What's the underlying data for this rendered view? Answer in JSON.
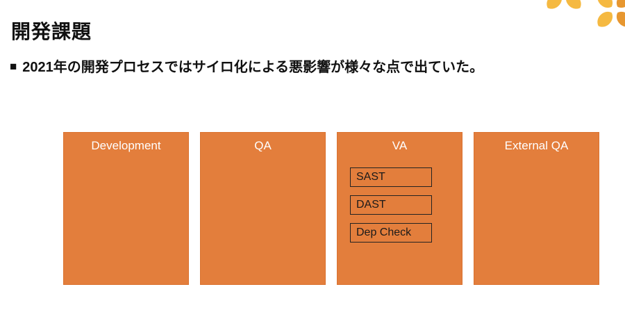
{
  "slide": {
    "title": "開発課題",
    "bullet": {
      "marker": "■",
      "text": "2021年の開発プロセスではサイロ化による悪影響が様々な点で出ていた。"
    }
  },
  "process_boxes": [
    {
      "label": "Development",
      "sub_items": []
    },
    {
      "label": "QA",
      "sub_items": []
    },
    {
      "label": "VA",
      "sub_items": [
        "SAST",
        "DAST",
        "Dep Check"
      ]
    },
    {
      "label": "External QA",
      "sub_items": []
    }
  ],
  "decoration": {
    "name": "petal-flower-ornament"
  },
  "colors": {
    "background": "#FFFFFF",
    "text": "#111111",
    "box_fill": "#E37E3C",
    "box_border": "#DA7230",
    "box_label_text": "#FFFFFF",
    "sub_box_border": "#222222",
    "sub_box_text": "#1A1A1A",
    "petal_light": "#F5B941",
    "petal_dark": "#E79730"
  }
}
